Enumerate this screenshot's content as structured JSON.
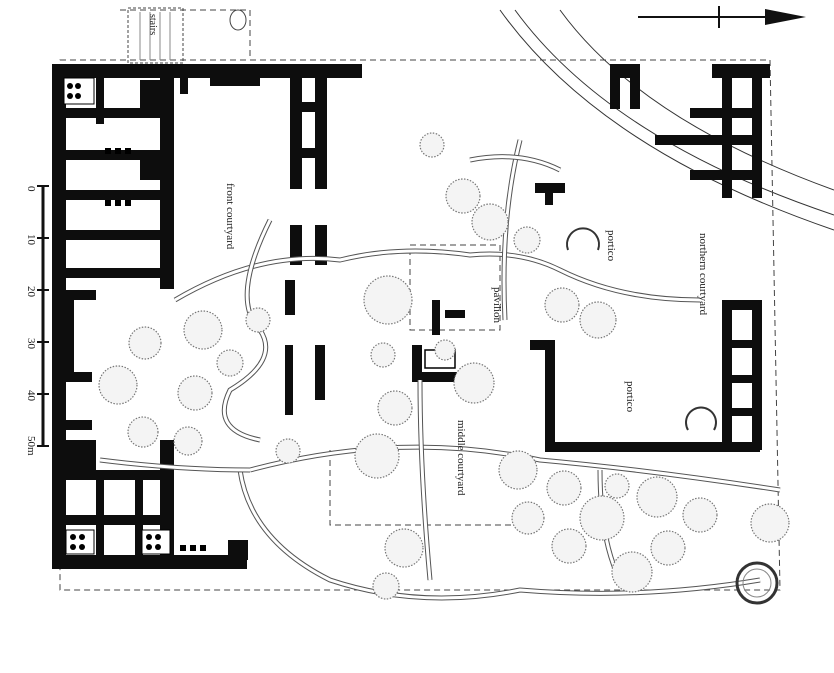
{
  "labels": {
    "stairs": "stairs",
    "front_courtyard": "front courtyard",
    "pavilion": "pavilion",
    "portico_north": "portico",
    "northern_courtyard": "northern courtyard",
    "portico_south": "portico",
    "middle_courtyard": "middle courtyard"
  },
  "scale": {
    "ticks": [
      "0",
      "10",
      "20",
      "30",
      "40",
      "50m"
    ]
  },
  "north_arrow": {
    "icon": "north-arrow-icon"
  },
  "colors": {
    "wall": "#0d0d0d",
    "ink": "#333333",
    "paper": "#ffffff"
  }
}
